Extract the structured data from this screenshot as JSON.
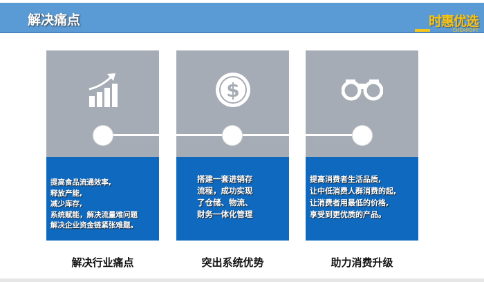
{
  "header": {
    "title": "解决痛点",
    "logo_main": "时惠优选",
    "logo_sub": "CHEAPOPT"
  },
  "cards": [
    {
      "icon": "growth-chart-icon",
      "lines": [
        "提高食品流通效率,",
        "释放产能,",
        "减少库存,",
        "系统赋能，解决流量难问题",
        "解决企业资金链紧张难题。"
      ],
      "label": "解决行业痛点"
    },
    {
      "icon": "dollar-icon",
      "lines": [
        "搭建一套进销存",
        "流程，成功实现",
        "了仓储、物流、",
        "财务一体化管理"
      ],
      "label": "突出系统优势"
    },
    {
      "icon": "binoculars-icon",
      "lines": [
        "提高消费者生活品质,",
        "让中低消费人群消费的起,",
        "让消费者用最低的价格,",
        "享受到更优质的产品。"
      ],
      "label": "助力消费升级"
    }
  ],
  "colors": {
    "header": "#5b9bd5",
    "card_top": "#a6acb5",
    "card_bottom": "#0f69be",
    "logo": "#f5c518"
  }
}
